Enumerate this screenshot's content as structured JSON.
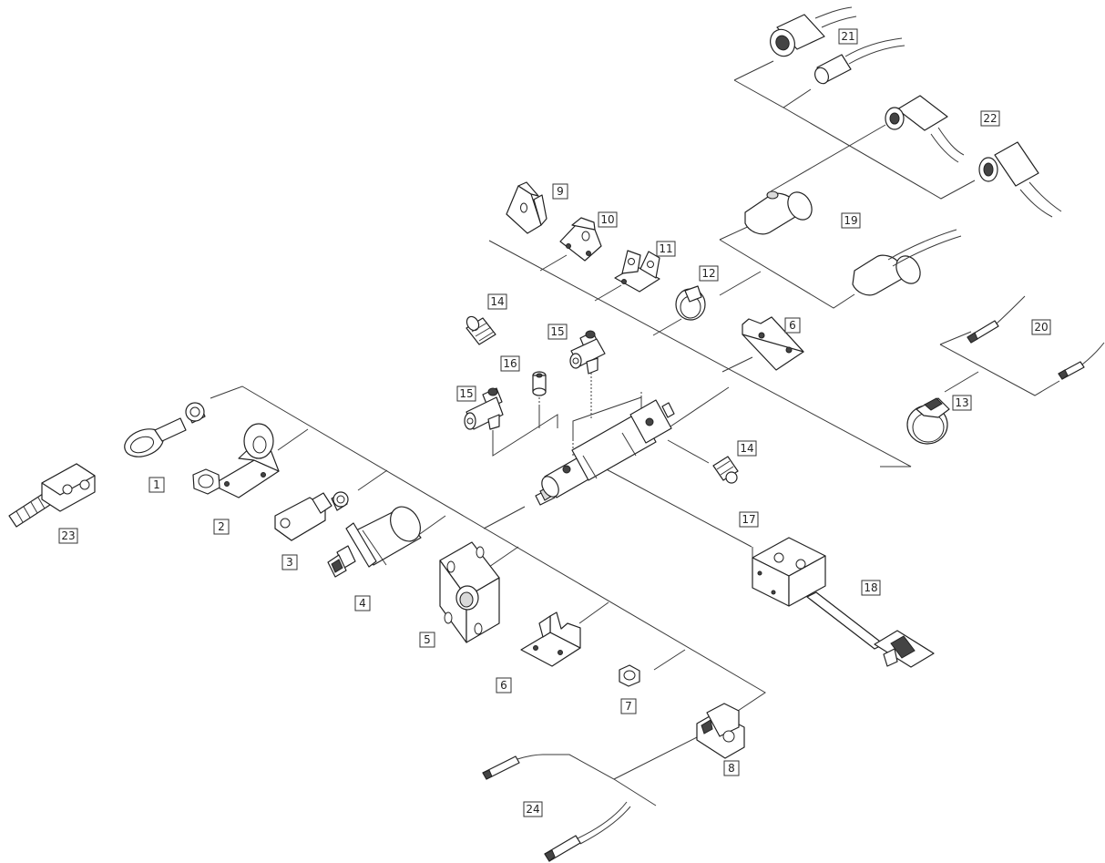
{
  "diagram": {
    "labels": [
      {
        "id": "1",
        "text": "1"
      },
      {
        "id": "2",
        "text": "2"
      },
      {
        "id": "3",
        "text": "3"
      },
      {
        "id": "4",
        "text": "4"
      },
      {
        "id": "5",
        "text": "5"
      },
      {
        "id": "6a",
        "text": "6"
      },
      {
        "id": "6b",
        "text": "6"
      },
      {
        "id": "7",
        "text": "7"
      },
      {
        "id": "8",
        "text": "8"
      },
      {
        "id": "9",
        "text": "9"
      },
      {
        "id": "10",
        "text": "10"
      },
      {
        "id": "11",
        "text": "11"
      },
      {
        "id": "12",
        "text": "12"
      },
      {
        "id": "13",
        "text": "13"
      },
      {
        "id": "14a",
        "text": "14"
      },
      {
        "id": "14b",
        "text": "14"
      },
      {
        "id": "15a",
        "text": "15"
      },
      {
        "id": "15b",
        "text": "15"
      },
      {
        "id": "16",
        "text": "16"
      },
      {
        "id": "17",
        "text": "17"
      },
      {
        "id": "18",
        "text": "18"
      },
      {
        "id": "19",
        "text": "19"
      },
      {
        "id": "20",
        "text": "20"
      },
      {
        "id": "21",
        "text": "21"
      },
      {
        "id": "22",
        "text": "22"
      },
      {
        "id": "23",
        "text": "23"
      },
      {
        "id": "24",
        "text": "24"
      }
    ]
  }
}
